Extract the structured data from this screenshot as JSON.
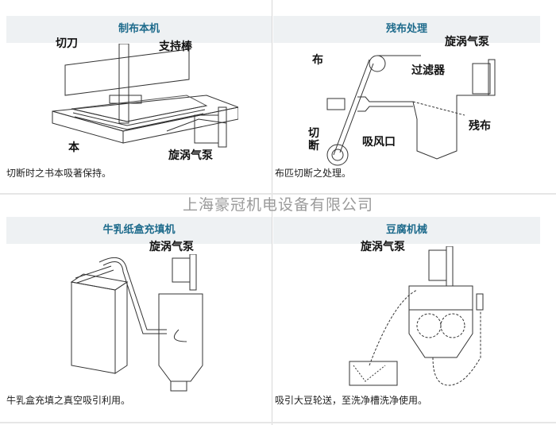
{
  "panels": [
    {
      "title": "制布本机",
      "caption": "切断时之书本吸著保持。",
      "labels": [
        "切刀",
        "支持棒",
        "本",
        "旋涡气泵"
      ]
    },
    {
      "title": "残布处理",
      "caption": "布匹切断之处理。",
      "labels": [
        "布",
        "旋涡气泵",
        "过滤器",
        "残布",
        "切断",
        "吸风口"
      ]
    },
    {
      "title": "牛乳纸盒充填机",
      "caption": "牛乳盒充填之真空吸引利用。",
      "labels": [
        "旋涡气泵"
      ]
    },
    {
      "title": "豆腐机械",
      "caption": "吸引大豆轮送，至洗净槽洗净使用。",
      "labels": [
        "旋涡气泵"
      ]
    }
  ],
  "watermark": "上海豪冠机电设备有限公司"
}
